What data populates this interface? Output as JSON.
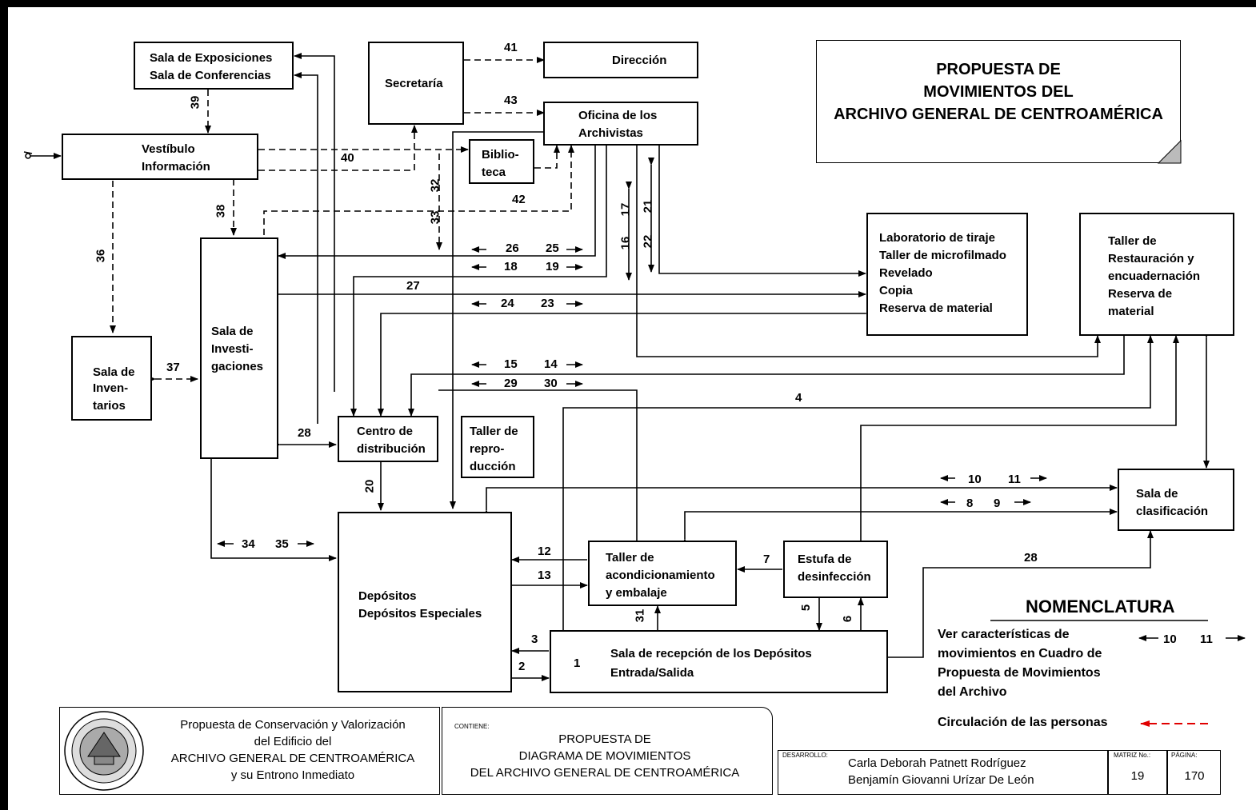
{
  "title": {
    "line1": "PROPUESTA DE",
    "line2": "MOVIMIENTOS DEL",
    "line3": "ARCHIVO GENERAL DE CENTROAMÉRICA"
  },
  "boxes": {
    "sala_exposiciones": {
      "line1": "Sala de Exposiciones",
      "line2": "Sala de Conferencias"
    },
    "secretaria": {
      "line1": "Secretaría"
    },
    "direccion": {
      "line1": "Dirección"
    },
    "oficina_archivistas": {
      "line1": "Oficina de los",
      "line2": "Archivistas"
    },
    "vestibulo": {
      "line1": "Vestíbulo",
      "line2": "Información"
    },
    "biblioteca": {
      "line1": "Biblio-",
      "line2": "teca"
    },
    "laboratorio": {
      "line1": "Laboratorio de tiraje",
      "line2": "Taller de microfilmado",
      "line3": "Revelado",
      "line4": "Copia",
      "line5": "Reserva de material"
    },
    "taller_restauracion": {
      "line1": "Taller de",
      "line2": "Restauración y",
      "line3": "encuadernación",
      "line4": "Reserva de",
      "line5": "material"
    },
    "sala_inventarios": {
      "line1": "Sala de",
      "line2": "Inven-",
      "line3": "tarios"
    },
    "sala_investigaciones": {
      "line1": "Sala de",
      "line2": "Investi-",
      "line3": "gaciones"
    },
    "centro_distribucion": {
      "line1": "Centro de",
      "line2": "distribución"
    },
    "taller_reproduccion": {
      "line1": "Taller de",
      "line2": "repro-",
      "line3": "ducción"
    },
    "sala_clasificacion": {
      "line1": "Sala de",
      "line2": "clasificación"
    },
    "depositos": {
      "line1": "Depósitos",
      "line2": "Depósitos Especiales"
    },
    "taller_acondicionamiento": {
      "line1": "Taller de",
      "line2": "acondicionamiento",
      "line3": "y embalaje"
    },
    "estufa": {
      "line1": "Estufa de",
      "line2": "desinfección"
    },
    "sala_recepcion": {
      "number": "1",
      "line1": "Sala de recepción de los Depósitos",
      "line2": "Entrada/Salida"
    }
  },
  "movement_numbers": {
    "n1": "1",
    "n2": "2",
    "n3": "3",
    "n4": "4",
    "n5": "5",
    "n6": "6",
    "n7": "7",
    "n8": "8",
    "n9": "9",
    "n10": "10",
    "n11": "11",
    "n12": "12",
    "n13": "13",
    "n14": "14",
    "n15": "15",
    "n16": "16",
    "n17": "17",
    "n18": "18",
    "n19": "19",
    "n20": "20",
    "n21": "21",
    "n22": "22",
    "n23": "23",
    "n24": "24",
    "n25": "25",
    "n26": "26",
    "n27": "27",
    "n28": "28",
    "n28b": "28",
    "n29": "29",
    "n30": "30",
    "n31": "31",
    "n32": "32",
    "n33": "33",
    "n34": "34",
    "n35": "35",
    "n36": "36",
    "n37": "37",
    "n38": "38",
    "n39": "39",
    "n40": "40",
    "n41": "41",
    "n42": "42",
    "n43": "43"
  },
  "nomenclatura": {
    "title": "NOMENCLATURA",
    "text1": "Ver características de",
    "text2": "movimientos en Cuadro de",
    "text3": "Propuesta de Movimientos",
    "text4": "del Archivo",
    "example_left": "10",
    "example_right": "11",
    "circulacion": "Circulación de las personas"
  },
  "title_block": {
    "project_line1": "Propuesta de Conservación y Valorización",
    "project_line2": "del Edificio del",
    "project_line3": "ARCHIVO GENERAL DE CENTROAMÉRICA",
    "project_line4": "y su Entrono Inmediato",
    "contiene_label": "CONTIENE:",
    "contiene_line1": "PROPUESTA DE",
    "contiene_line2": "DIAGRAMA DE MOVIMIENTOS",
    "contiene_line3": "DEL ARCHIVO GENERAL DE CENTROAMÉRICA",
    "desarrollo_label": "DESARROLLO:",
    "author1": "Carla Deborah Patnett Rodríguez",
    "author2": "Benjamín Giovanni Urízar De León",
    "matriz_label": "MATRIZ No.:",
    "matriz_value": "19",
    "pagina_label": "PÁGINA:",
    "pagina_value": "170"
  },
  "colors": {
    "line": "#000000",
    "people_circulation": "#e00000"
  }
}
